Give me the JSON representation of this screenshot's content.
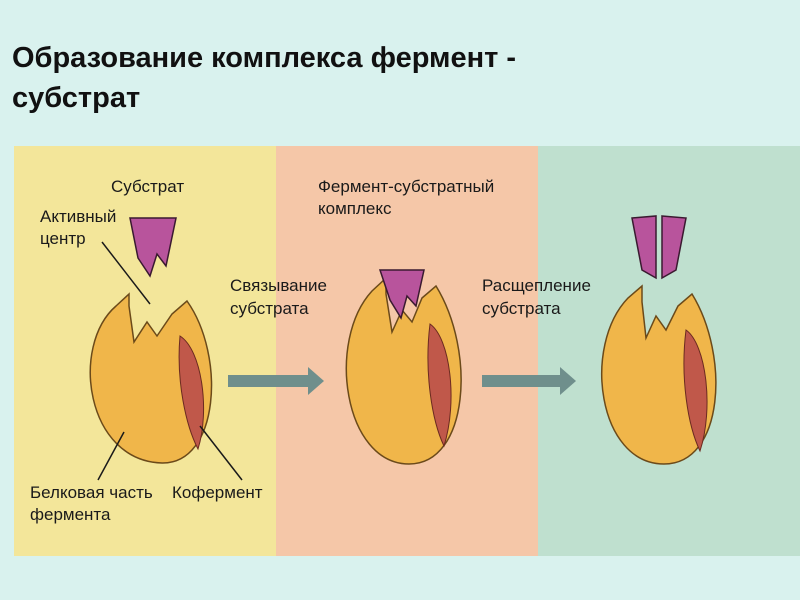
{
  "slide": {
    "title_line1": "Образование комплекса фермент -",
    "title_line2": "субстрат"
  },
  "figure": {
    "labels": {
      "substrate": "Субстрат",
      "active_center_line1": "Активный",
      "active_center_line2": "центр",
      "protein_part_line1": "Белковая часть",
      "protein_part_line2": "фермента",
      "coenzyme": "Кофермент",
      "binding_line1": "Связывание",
      "binding_line2": "субстрата",
      "complex_line1": "Фермент-субстратный",
      "complex_line2": "комплекс",
      "cleavage_line1": "Расщепление",
      "cleavage_line2": "субстрата"
    },
    "panel_colors": [
      "#f3e69a",
      "#f5c7a8",
      "#bfe0cf"
    ],
    "enzyme_color": "#f0b64a",
    "coenzyme_color": "#c0584a",
    "substrate_color": "#b8549c",
    "arrow_color": "#6f8f8c",
    "icons": [
      "enzyme-shape",
      "substrate-shape",
      "arrow-right"
    ]
  }
}
